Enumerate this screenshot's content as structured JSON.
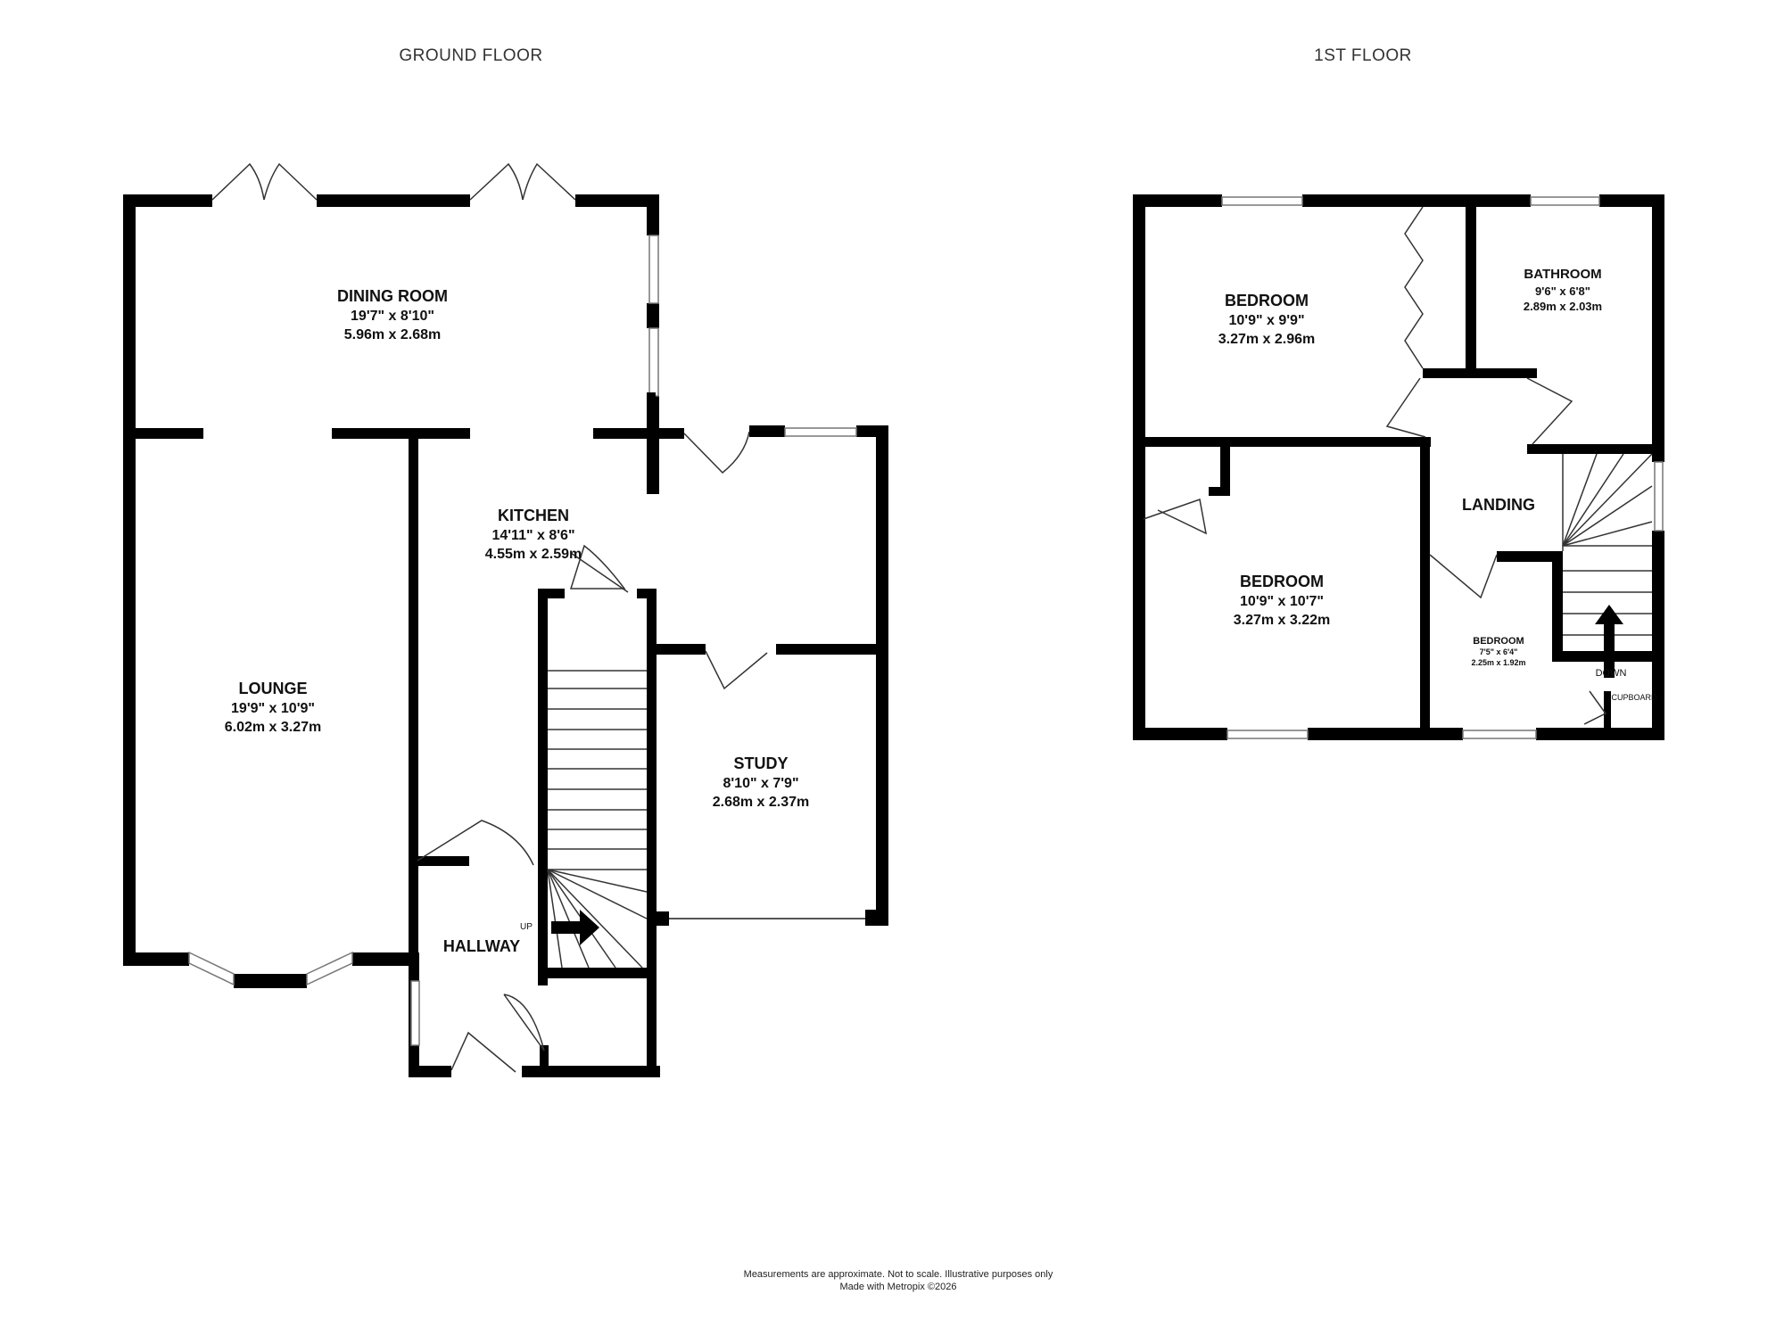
{
  "floors": {
    "ground": {
      "title": "GROUND FLOOR",
      "rooms": {
        "dining": {
          "name": "DINING ROOM",
          "imperial": "19'7\"  x 8'10\"",
          "metric": "5.96m  x 2.68m"
        },
        "kitchen": {
          "name": "KITCHEN",
          "imperial": "14'11\"  x 8'6\"",
          "metric": "4.55m  x 2.59m"
        },
        "lounge": {
          "name": "LOUNGE",
          "imperial": "19'9\"  x 10'9\"",
          "metric": "6.02m  x 3.27m"
        },
        "study": {
          "name": "STUDY",
          "imperial": "8'10\"  x 7'9\"",
          "metric": "2.68m  x 2.37m"
        },
        "hallway": {
          "name": "HALLWAY"
        }
      },
      "stair_label": "UP"
    },
    "first": {
      "title": "1ST FLOOR",
      "rooms": {
        "bedroom1": {
          "name": "BEDROOM",
          "imperial": "10'9\"  x 9'9\"",
          "metric": "3.27m  x 2.96m"
        },
        "bathroom": {
          "name": "BATHROOM",
          "imperial": "9'6\"  x 6'8\"",
          "metric": "2.89m  x 2.03m"
        },
        "landing": {
          "name": "LANDING"
        },
        "bedroom2": {
          "name": "BEDROOM",
          "imperial": "10'9\"  x 10'7\"",
          "metric": "3.27m  x 3.22m"
        },
        "bedroom3": {
          "name": "BEDROOM",
          "imperial": "7'5\"  x 6'4\"",
          "metric": "2.25m  x 1.92m"
        },
        "cupboard": {
          "name": "CUPBOARD"
        }
      },
      "stair_label": "DOWN"
    }
  },
  "footer": {
    "line1": "Measurements are approximate.  Not to scale.  Illustrative purposes only",
    "line2": "Made with Metropix ©2026"
  }
}
